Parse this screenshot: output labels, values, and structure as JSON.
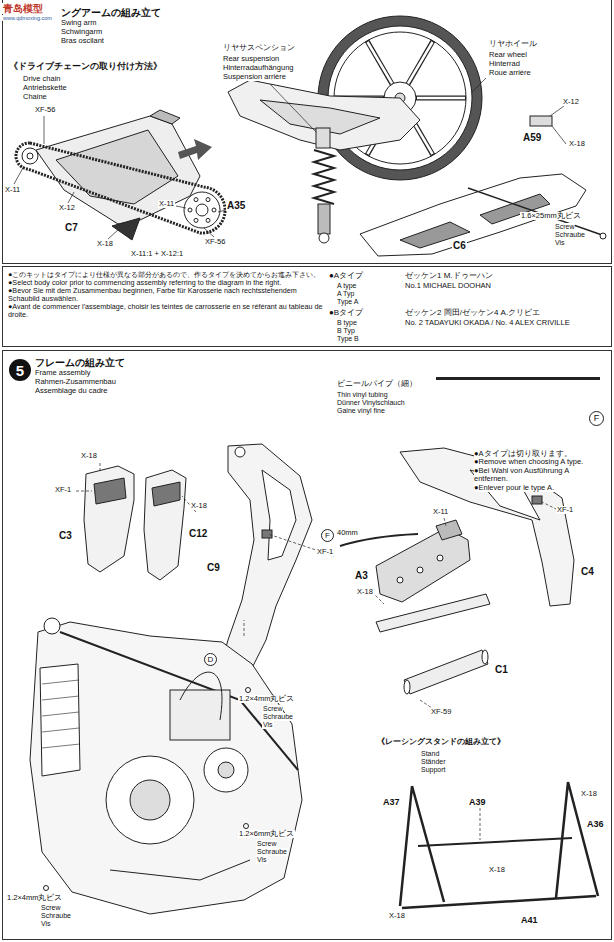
{
  "diagram": {
    "nodes": [
      {
        "text": [
          "ングアームの組み立て",
          "Swing arm",
          "Schwingarm",
          "Bras oscilant"
        ]
      },
      {
        "text": [
          "●このキットはタイプにより仕様が異なる部分があるので、作るタイプを決めてからお進み下さい。",
          "●Select body color prior to commencing assembly referring to the diagram in the right.",
          "●Bevor Sie mit dem Zusammenbau beginnen, Farbe für Karosserie nach rechtsstehendem Schaubild auswählen.",
          "●Avant de commencer l'assemblage, choisir les teintes de carrosserie en se référant au tableau de droite.",
          "●Aタイプ",
          "ゼッケン1 M.ドゥーハン",
          "A type",
          "A Typ",
          "Type A",
          "No.1 MICHAEL DOOHAN",
          "●Bタイプ",
          "ゼッケン2 岡田/ゼッケン4 A.クリビエ",
          "B type",
          "B Typ",
          "Type B",
          "No. 2 TADAYUKI OKADA / No. 4 ALEX CRIVILLE"
        ]
      },
      {
        "text": [
          "フレームの組み立て",
          "Frame assembly",
          "Rahmen-Zusammenbau",
          "Assemblage du cadre"
        ]
      },
      {
        "text": [
          "5"
        ],
        "in": 2
      },
      {
        "text": [
          "F"
        ],
        "in": 2
      },
      {
        "text": [
          "F"
        ],
        "in": 2
      },
      {
        "text": [
          "D"
        ],
        "in": 2
      }
    ],
    "labels": [
      "青岛模型",
      "www.qdmoxing.com",
      "《ドライブチェーンの取り付け方法》",
      "Drive chain",
      "Antriebskette",
      "Chaine",
      "XF-56",
      "X-11",
      "X-12",
      "C7",
      "X-18",
      "X-11:1 + X-12:1",
      "X-11",
      "A35",
      "XF-56",
      "リヤサスペンション",
      "Rear suspension",
      "Hinterradaufhängung",
      "Suspension arrière",
      "リヤホイール",
      "Rear wheel",
      "Hinterrad",
      "Roue arrière",
      "X-12",
      "A59",
      "X-18",
      "C6",
      "1.6×25mm丸ビス",
      "Screw",
      "Schraube",
      "Vis",
      "ビニールパイプ（細）",
      "Thin vinyl tubing",
      "Dünner Vinylschlauch",
      "Gaine vinyl fine",
      "●Aタイプは切り取ります。",
      "●Remove when choosing A type.",
      "●Bei Wahl von Ausführung A entfernen.",
      "●Enlever pour le type A.",
      "X-18",
      "XF-1",
      "X-18",
      "C3",
      "C12",
      "C9",
      "40mm",
      "X-11",
      "XF-1",
      "A3",
      "X-18",
      "XF-1",
      "C4",
      "C1",
      "XF-59",
      "1.2×4mm丸ビス",
      "Screw",
      "Schraube",
      "Vis",
      "1.2×6mm丸ビス",
      "Screw",
      "Schraube",
      "Vis",
      "1.2×4mm丸ビス",
      "Screw",
      "Schraube",
      "Vis",
      "《レーシングスタンドの組み立て》",
      "Stand",
      "Ständer",
      "Support",
      "X-18",
      "A37",
      "A39",
      "A36",
      "X-18",
      "X-18",
      "A41"
    ]
  }
}
